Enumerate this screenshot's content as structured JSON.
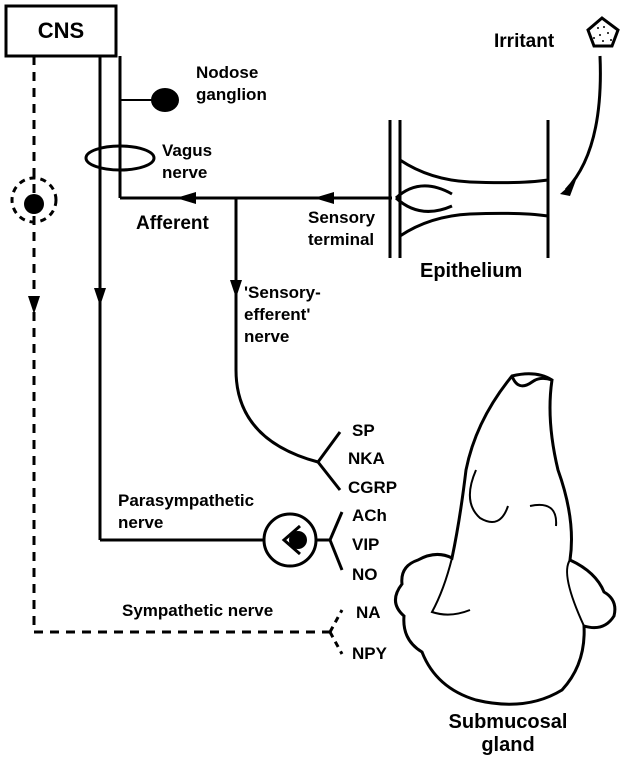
{
  "cns": "CNS",
  "irritant": "Irritant",
  "nodose_ganglion": [
    "Nodose",
    "ganglion"
  ],
  "vagus_nerve": [
    "Vagus",
    "nerve"
  ],
  "afferent": "Afferent",
  "sensory_terminal": [
    "Sensory",
    "terminal"
  ],
  "epithelium": "Epithelium",
  "sensory_efferent_nerve": [
    "'Sensory-",
    "efferent'",
    "nerve"
  ],
  "sensory_mediators": [
    "SP",
    "NKA",
    "CGRP"
  ],
  "parasympathetic_nerve": [
    "Parasympathetic",
    "nerve"
  ],
  "parasympathetic_mediators": [
    "ACh",
    "VIP",
    "NO"
  ],
  "sympathetic_nerve": "Sympathetic nerve",
  "sympathetic_mediators": [
    "NA",
    "NPY"
  ],
  "submucosal_gland": [
    "Submucosal",
    "gland"
  ]
}
